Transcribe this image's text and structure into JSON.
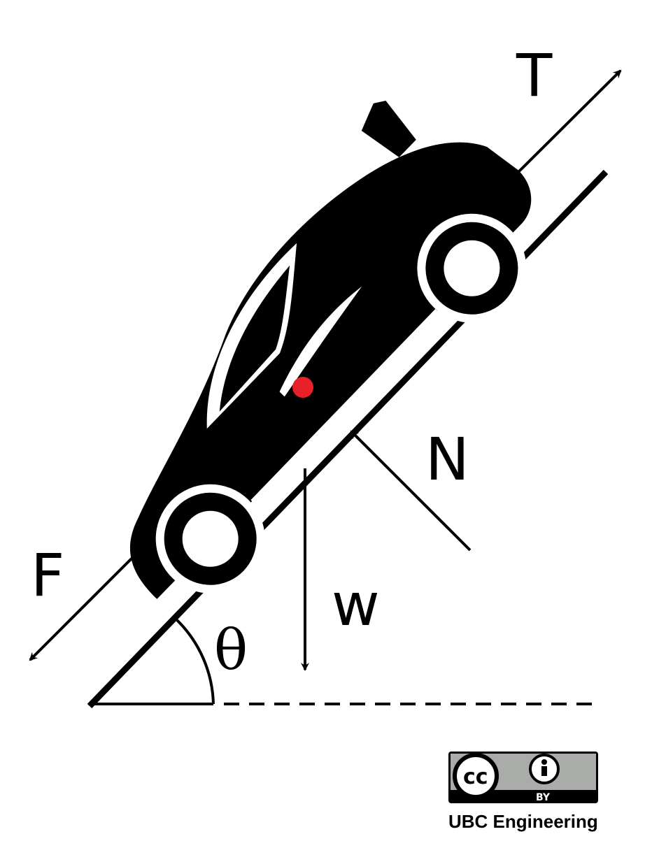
{
  "labels": {
    "tension": "T",
    "normal": "N",
    "friction": "F",
    "weight": "w",
    "angle": "θ"
  },
  "license": {
    "badge_cc": "cc",
    "badge_by": "BY",
    "credit": "UBC Engineering"
  },
  "colors": {
    "ink": "#000000",
    "center_of_mass": "#e8202a",
    "badge_gray": "#a9aca9"
  }
}
